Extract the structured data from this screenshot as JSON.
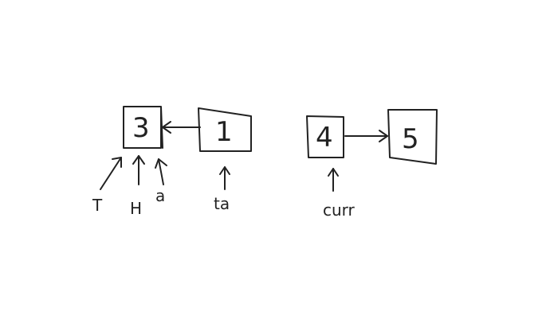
{
  "diagram": {
    "nodes": [
      {
        "id": "node-3",
        "value": "3"
      },
      {
        "id": "node-1",
        "value": "1"
      },
      {
        "id": "node-4",
        "value": "4"
      },
      {
        "id": "node-5",
        "value": "5"
      }
    ],
    "edges": [
      {
        "from": "node-1",
        "to": "node-3"
      },
      {
        "from": "node-4",
        "to": "node-5"
      }
    ],
    "pointers": [
      {
        "label": "T",
        "target": "node-3"
      },
      {
        "label": "H",
        "target": "node-3"
      },
      {
        "label": "a",
        "target": "node-3"
      },
      {
        "label": "ta",
        "target": "node-1"
      },
      {
        "label": "curr",
        "target": "node-4"
      }
    ]
  }
}
